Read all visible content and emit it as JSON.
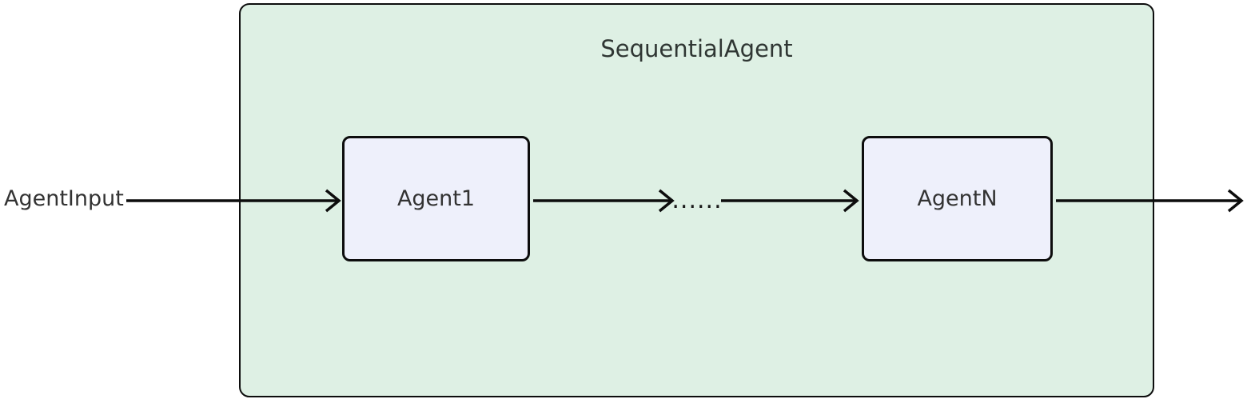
{
  "diagram": {
    "type": "flowchart",
    "title": "SequentialAgent",
    "input_label": "AgentInput",
    "ellipsis_label": "......",
    "nodes": [
      {
        "id": "agent1",
        "label": "Agent1"
      },
      {
        "id": "agentN",
        "label": "AgentN"
      }
    ],
    "edges": [
      {
        "from": "AgentInput",
        "to": "Agent1"
      },
      {
        "from": "Agent1",
        "to": "......"
      },
      {
        "from": "......",
        "to": "AgentN"
      },
      {
        "from": "AgentN",
        "to": "output"
      }
    ],
    "colors": {
      "background": "#ffffff",
      "container_fill": "#def0e4",
      "container_border": "#0d0d0d",
      "node_fill": "#eef0fb",
      "node_border": "#0d0d0d",
      "arrow": "#0d0d0d",
      "text": "#333333"
    }
  }
}
